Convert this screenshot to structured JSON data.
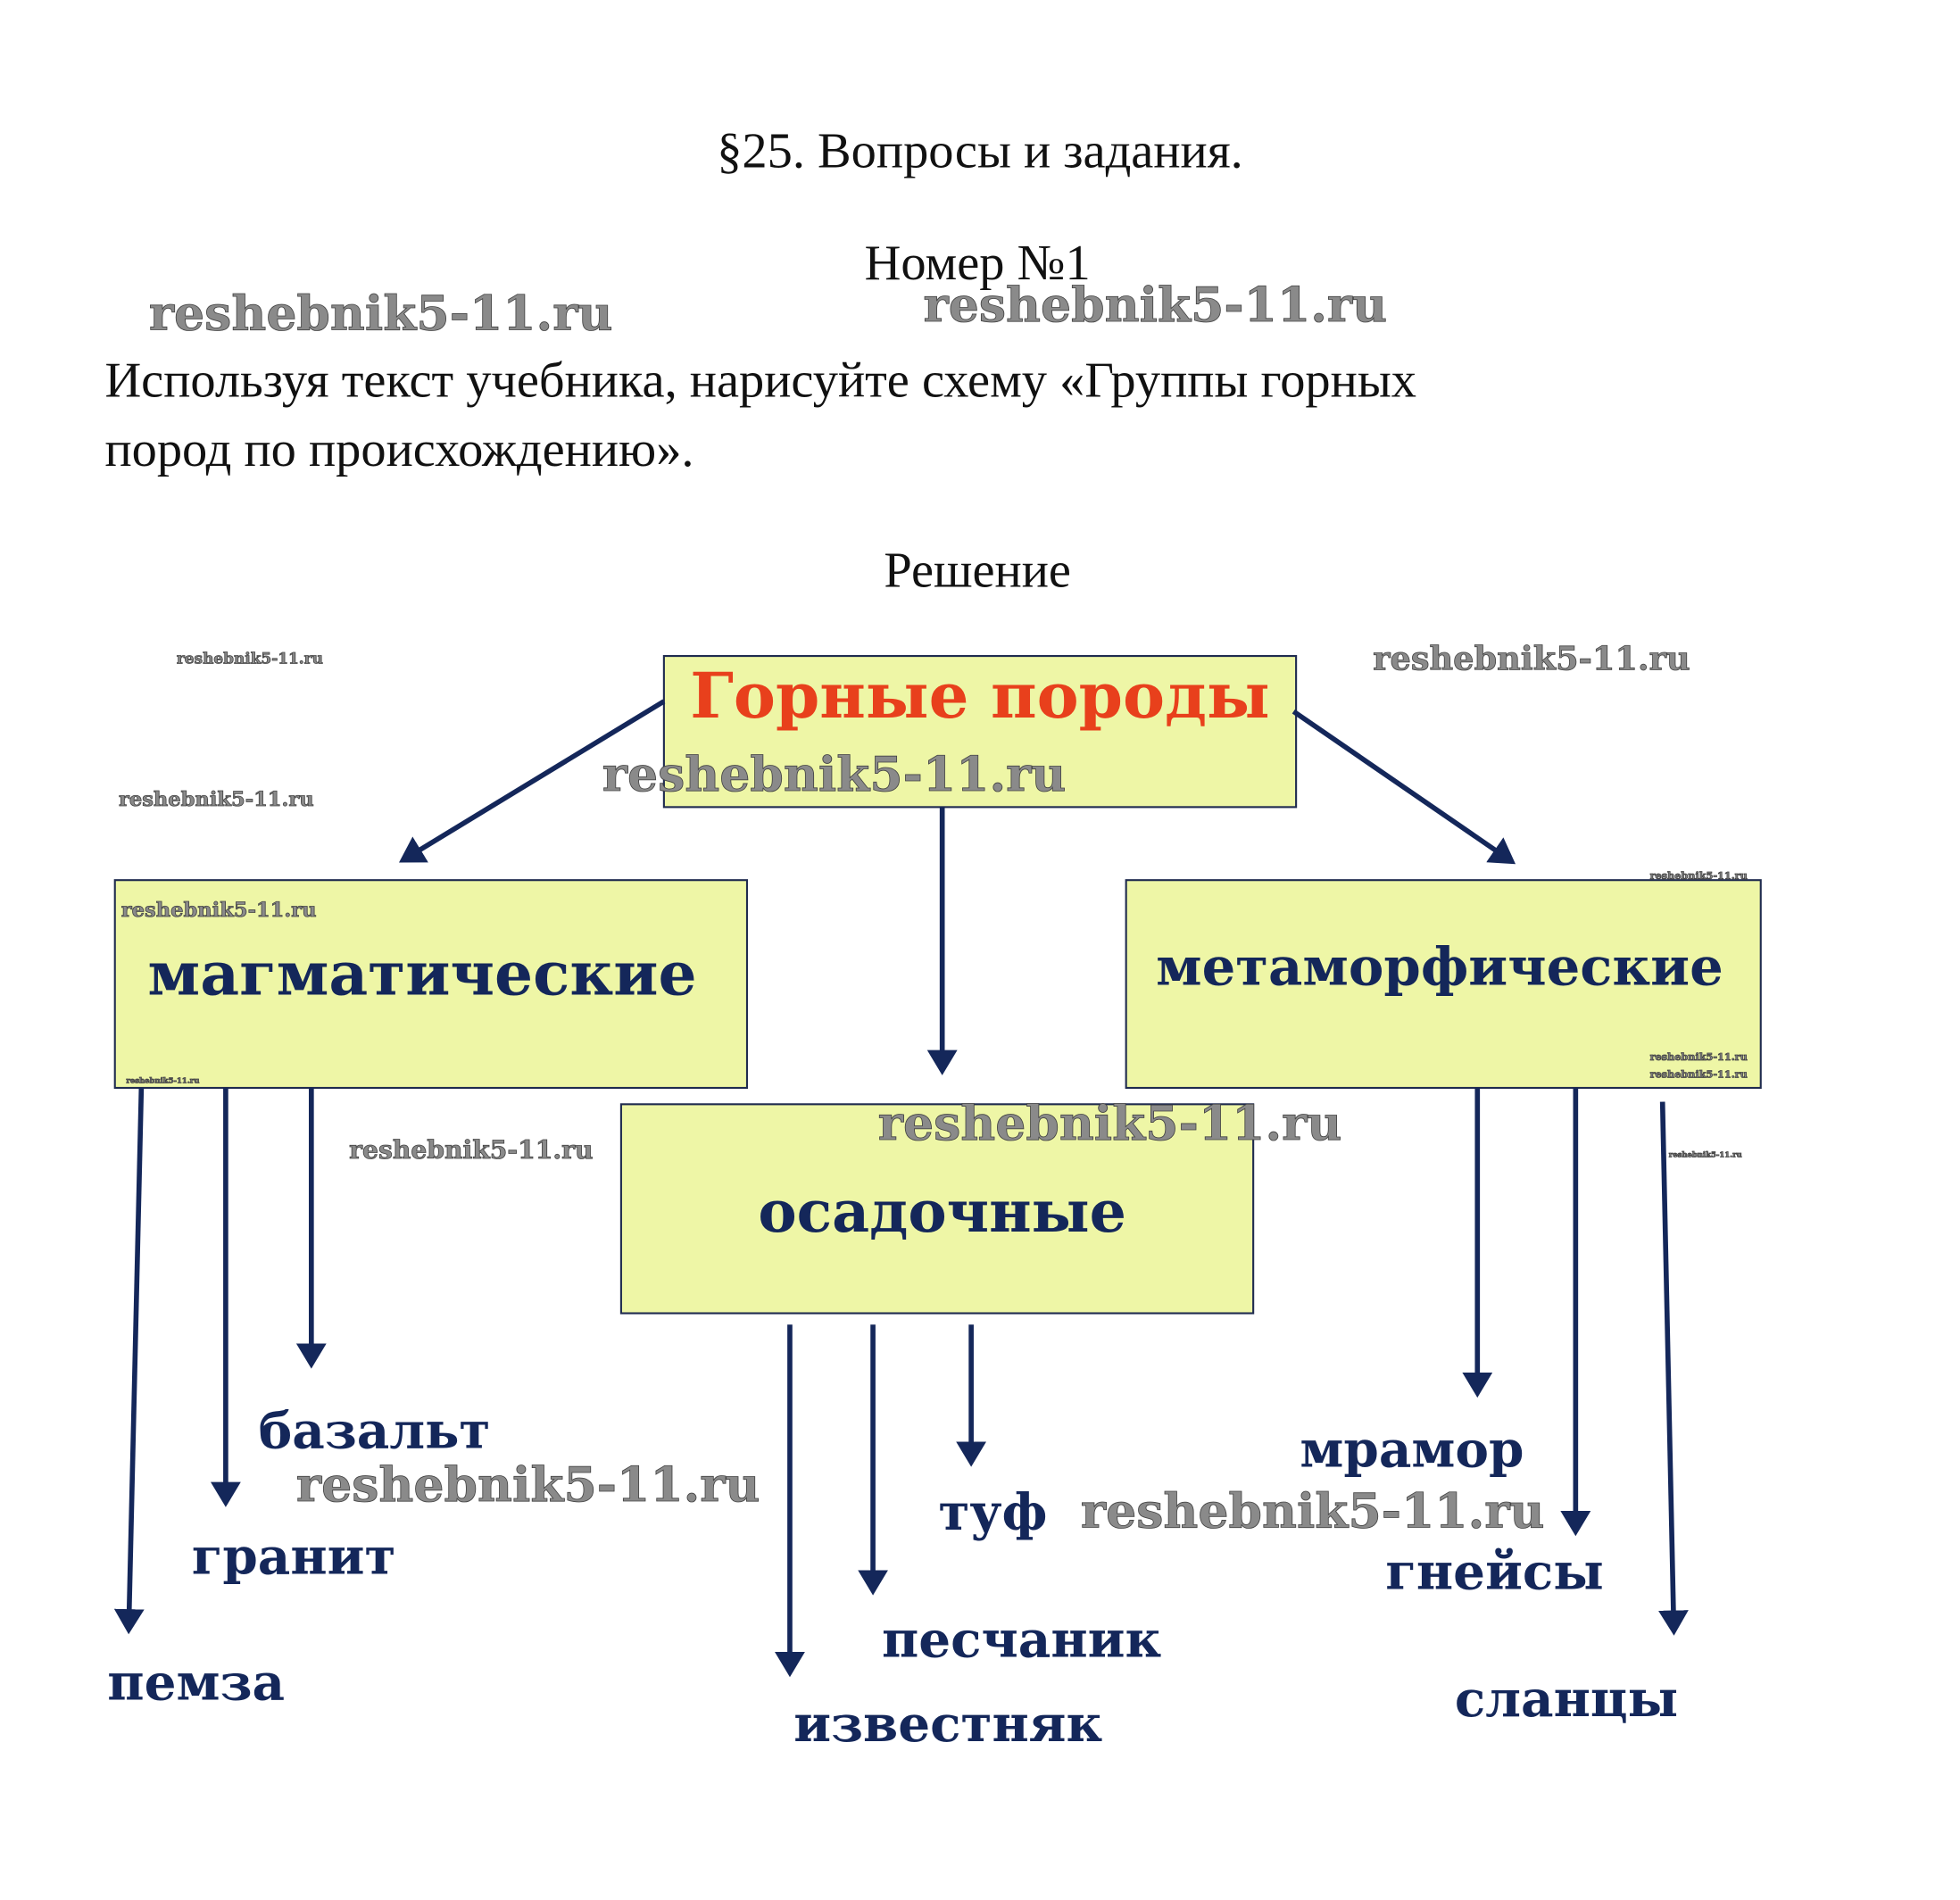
{
  "header": {
    "section_title": "§25. Вопросы и задания.",
    "number": "Номер №1",
    "task_line1": "Используя текст учебника, нарисуйте схему «Группы горных",
    "task_line2": "пород по происхождению».",
    "solution_label": "Решение"
  },
  "diagram": {
    "root": "Горные породы",
    "groups": {
      "igneous": "магматические",
      "sedimentary": "осадочные",
      "metamorphic": "метаморфические"
    },
    "igneous_examples": [
      "базальт",
      "гранит",
      "пемза"
    ],
    "sedimentary_examples": [
      "туф",
      "песчаник",
      "известняк"
    ],
    "metamorphic_examples": [
      "мрамор",
      "гнейсы",
      "сланцы"
    ]
  },
  "watermark": "reshebnik5-11.ru",
  "colors": {
    "root_text": "#e8401c",
    "node_text": "#14275a",
    "box_fill": "#eef6a6"
  }
}
